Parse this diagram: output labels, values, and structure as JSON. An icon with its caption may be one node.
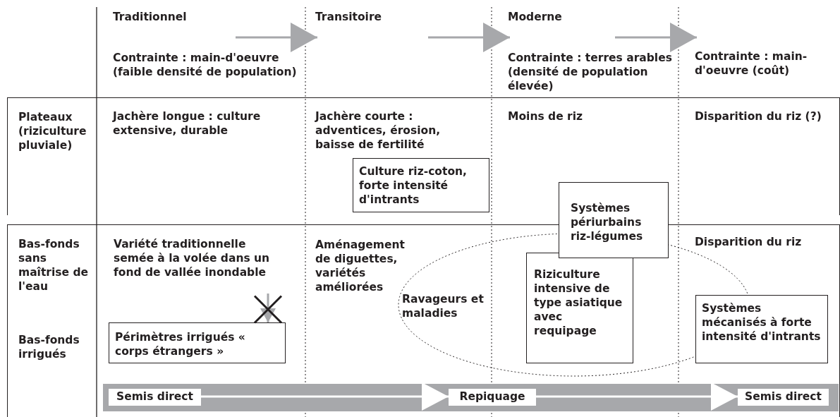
{
  "diagram": {
    "nodes": [
      {
        "text": [
          "Traditionnel"
        ]
      },
      {
        "text": [
          "Transitoire"
        ]
      },
      {
        "text": [
          "Moderne"
        ]
      },
      {
        "text": [
          "Contrainte : main-d'oeuvre (coût)"
        ]
      },
      {
        "text": [
          "Plateaux (riziculture pluviale)"
        ]
      },
      {
        "text": [
          "Culture riz-coton, forte intensité d'intrants"
        ],
        "in": 4
      },
      {
        "text": [
          "Systèmes périurbains riz-légumes"
        ]
      },
      {
        "text": [
          "Bas-fonds sans maîtrise de l'eau",
          "Bas-fonds irrigués"
        ]
      },
      {
        "text": [
          "Variété traditionnelle semée à la volée dans un fond de vallée inondable"
        ],
        "in": 7
      },
      {
        "text": [
          "Ravageurs et maladies"
        ],
        "in": 7
      },
      {
        "text": [
          "Riziculture intensive de type asiatique avec requipage"
        ],
        "in": 9
      },
      {
        "text": [
          "Systèmes mécanisés à forte intensité d'intrants"
        ],
        "in": 7
      },
      {
        "text": [
          "Périmètres irrigués « corps étrangers »"
        ],
        "in": 7
      },
      {
        "text": [],
        "shape": "bar",
        "in": 7
      },
      {
        "text": [
          "Semis direct"
        ],
        "in": 13
      },
      {
        "text": [
          "Repiquage"
        ],
        "in": 13
      },
      {
        "text": [
          "Semis direct"
        ],
        "in": 13
      }
    ],
    "edges": [
      {
        "from": null,
        "to": 1,
        "arrow": "to"
      },
      {
        "from": null,
        "to": 2,
        "arrow": "to"
      },
      {
        "from": null,
        "to": 3,
        "arrow": "to"
      },
      {
        "from": 8,
        "to": 12,
        "arrow": "to"
      },
      {
        "from": 14,
        "to": 15,
        "arrow": "to",
        "color": "#ffffff"
      },
      {
        "from": 15,
        "to": 16,
        "arrow": "to",
        "color": "#ffffff"
      }
    ],
    "labels": [
      "Contrainte : main-d'oeuvre (faible densité de population)",
      "Contrainte : terres arables (densité de population élevée)",
      "Jachère longue : culture extensive, durable",
      "Jachère courte : adventices, érosion, baisse de fertilité",
      "Moins de riz",
      "Disparition du riz (?)",
      "Aménagement de diguettes, variétés améliorées",
      "Disparition du riz"
    ]
  }
}
